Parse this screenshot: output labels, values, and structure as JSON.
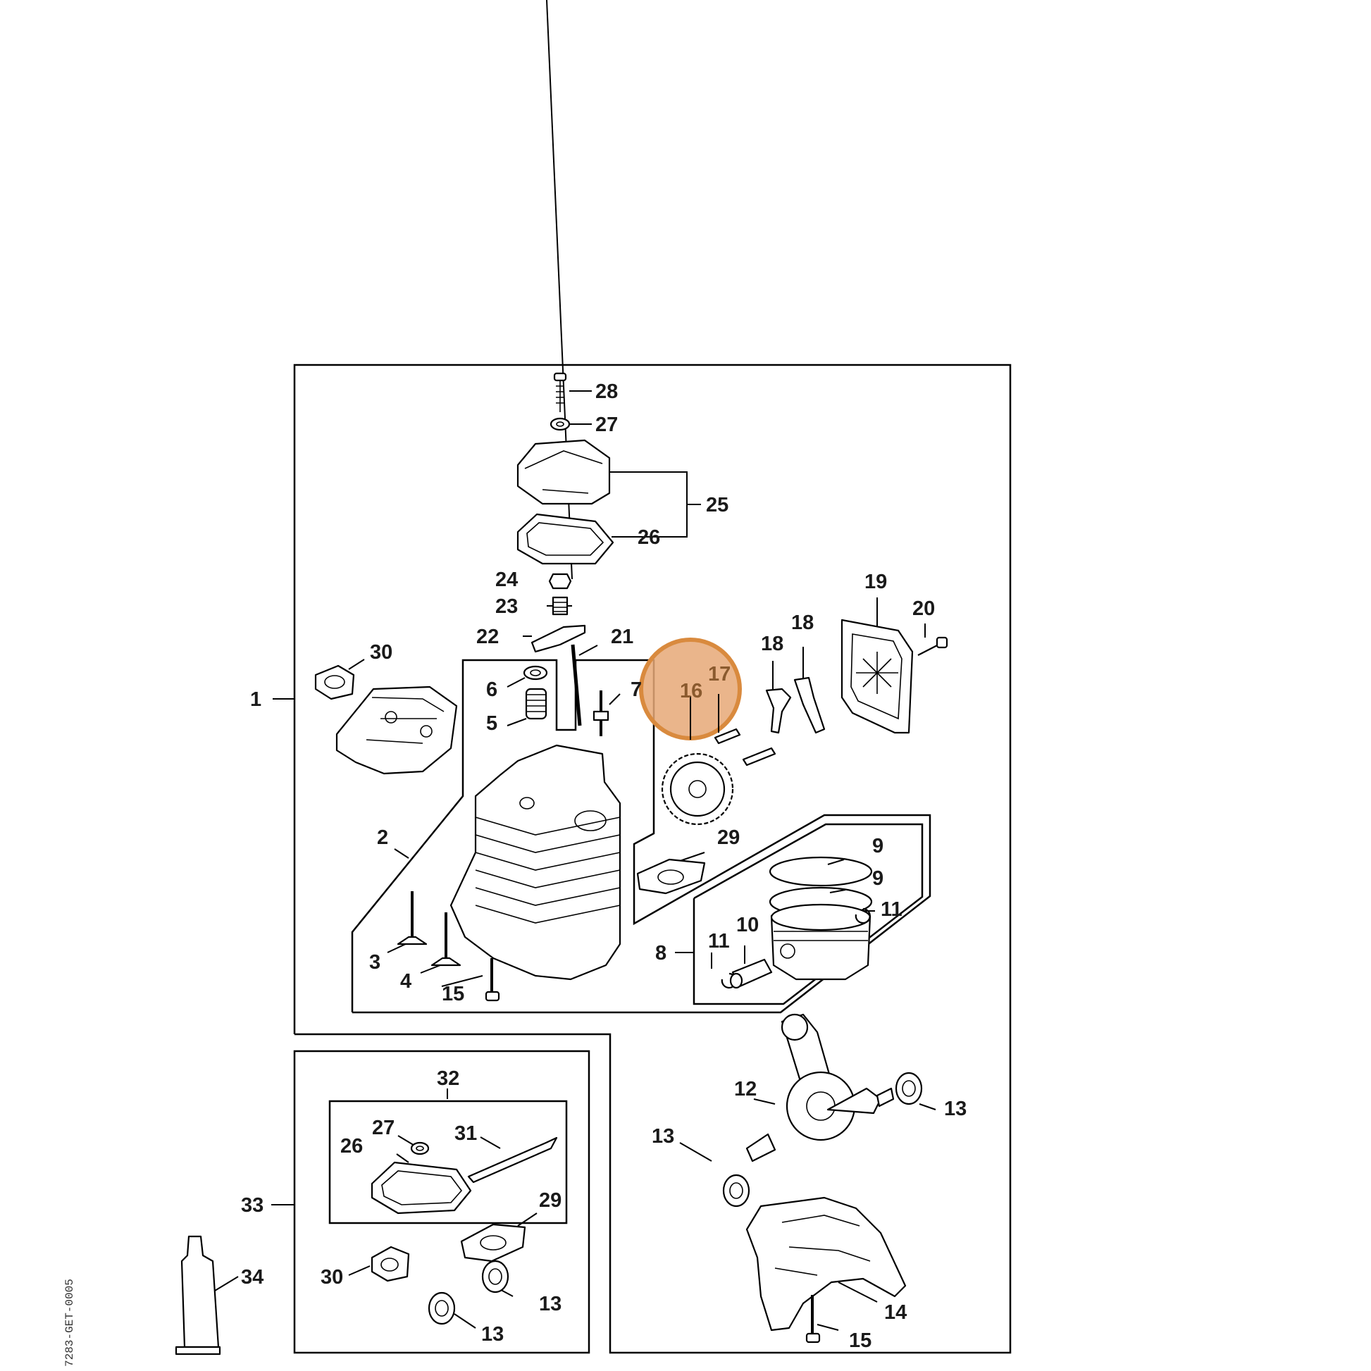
{
  "diagram": {
    "labels": {
      "l1": "1",
      "l2": "2",
      "l3": "3",
      "l4": "4",
      "l5": "5",
      "l6": "6",
      "l7": "7",
      "l8": "8",
      "l9a": "9",
      "l9b": "9",
      "l10": "10",
      "l11a": "11",
      "l11b": "11",
      "l12": "12",
      "l13a": "13",
      "l13b": "13",
      "l13c": "13",
      "l13d": "13",
      "l14": "14",
      "l15a": "15",
      "l15b": "15",
      "l16": "16",
      "l17": "17",
      "l18a": "18",
      "l18b": "18",
      "l19": "19",
      "l20": "20",
      "l21": "21",
      "l22": "22",
      "l23": "23",
      "l24": "24",
      "l25": "25",
      "l26a": "26",
      "l26b": "26",
      "l27a": "27",
      "l27b": "27",
      "l28": "28",
      "l29a": "29",
      "l29b": "29",
      "l30a": "30",
      "l30b": "30",
      "l31": "31",
      "l32": "32",
      "l33": "33",
      "l34": "34"
    },
    "highlight": {
      "color": "#e6a877",
      "border_color": "#d98a3e",
      "labels": [
        "16",
        "17"
      ]
    },
    "drawing_id": "7283-GET-0005",
    "line_color": "#000000"
  }
}
